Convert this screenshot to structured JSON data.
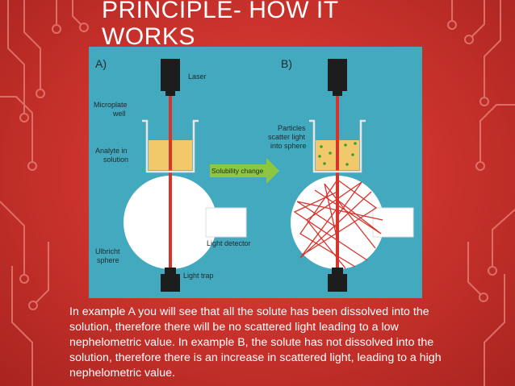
{
  "slide": {
    "title_line1": "PRINCIPLE- HOW IT",
    "title_line2": "WORKS",
    "caption": "In example A you will see that all the solute has been dissolved into the solution, therefore there will be no scattered light leading to a low nephelometric value. In example B, the solute has not dissolved into the solution, therefore there is an increase in scattered light, leading to a high nephelometric value."
  },
  "diagram": {
    "panel_a_label": "A)",
    "panel_b_label": "B)",
    "laser": "Laser",
    "microplate_line1": "Microplate",
    "microplate_line2": "well",
    "analyte_line1": "Analyte in",
    "analyte_line2": "solution",
    "solubility_change": "Solubility change",
    "particles_line1": "Particles",
    "particles_line2": "scatter light",
    "particles_line3": "into sphere",
    "light_detector": "Light detector",
    "ulbricht_line1": "Ulbricht",
    "ulbricht_line2": "sphere",
    "light_trap": "Light trap"
  },
  "colors": {
    "background": "#c8312b",
    "circuit": "#e9857c",
    "diagram_bg": "#43a9bf",
    "beam": "#d7342c",
    "solution": "#f2c96a",
    "arrow": "#8dc63f"
  }
}
